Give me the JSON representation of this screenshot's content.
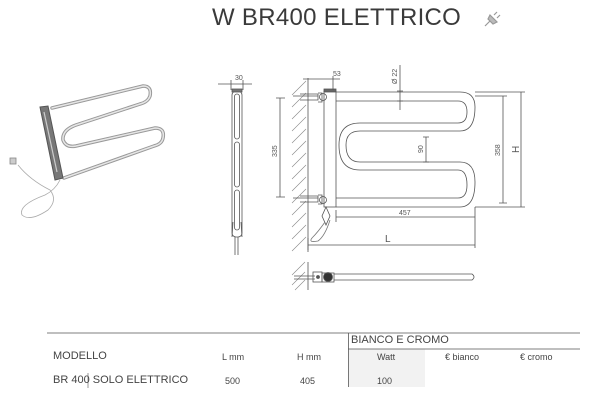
{
  "title": "W BR400 ELETTRICO",
  "drawing": {
    "dim_side_width": "30",
    "dim_offset": "53",
    "dim_diameter": "Ø 22",
    "dim_fixing": "335",
    "dim_gap": "90",
    "dim_inner_height": "358",
    "dim_height": "H",
    "dim_inner_length": "457",
    "dim_length": "L"
  },
  "table": {
    "group_header": "BIANCO E CROMO",
    "columns": [
      "MODELLO",
      "L mm",
      "H mm",
      "Watt",
      "€ bianco",
      "€ cromo"
    ],
    "rows": [
      {
        "modello": "BR 400 SOLO ELETTRICO",
        "l_mm": "500",
        "h_mm": "405",
        "watt": "100",
        "bianco": "",
        "cromo": ""
      }
    ]
  },
  "colors": {
    "line": "#555555",
    "shade": "#f2f2f2"
  }
}
